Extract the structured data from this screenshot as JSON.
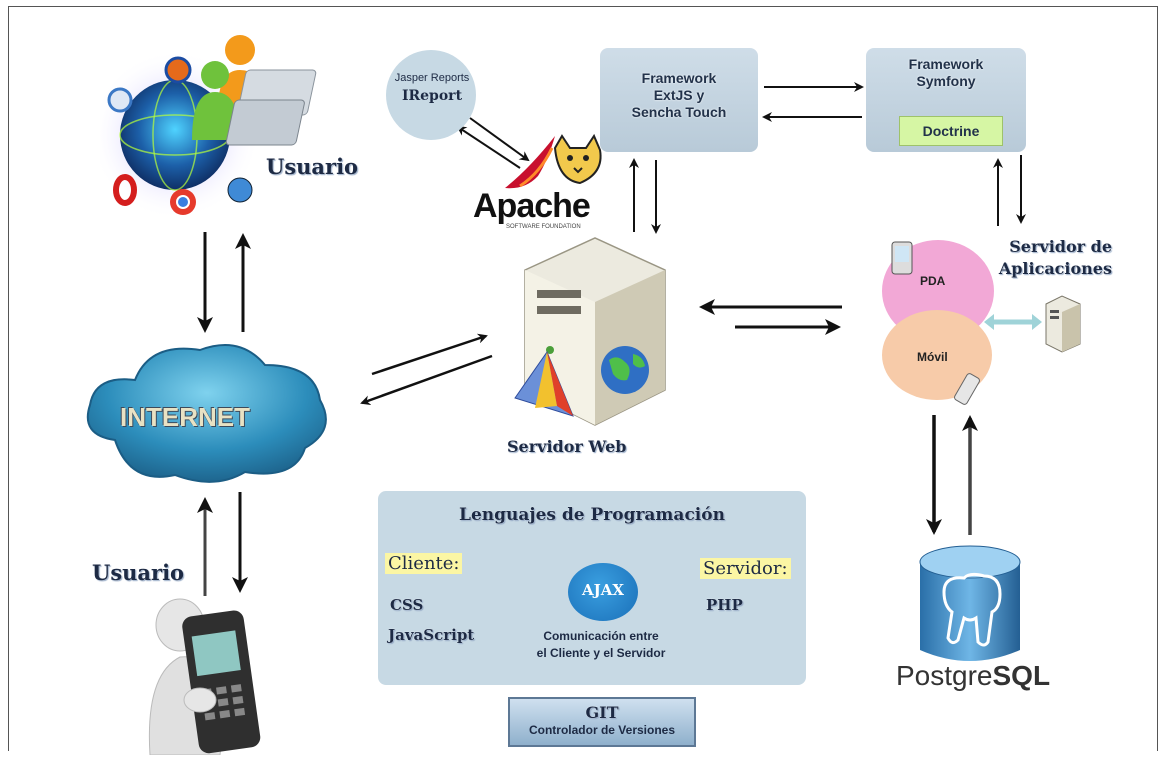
{
  "nodes": {
    "usuario_top": "Usuario",
    "usuario_bottom": "Usuario",
    "internet": "INTERNET",
    "jasper_line1": "Jasper Reports",
    "jasper_line2": "IReport",
    "apache": "Apache",
    "apache_sub": "SOFTWARE FOUNDATION",
    "extjs": "Framework\nExtJS y\nSencha Touch",
    "symfony": "Framework\nSymfony",
    "doctrine": "Doctrine",
    "servidor_web": "Servidor Web",
    "servidor_aplicaciones": "Servidor de\nAplicaciones",
    "pda": "PDA",
    "movil": "Móvil",
    "postgres_a": "Postgre",
    "postgres_b": "SQL"
  },
  "languages": {
    "title": "Lenguajes de Programación",
    "cliente_label": "Cliente:",
    "cliente_items": [
      "CSS",
      "JavaScript"
    ],
    "ajax": "AJAX",
    "ajax_caption": "Comunicación entre\nel Cliente y el Servidor",
    "servidor_label": "Servidor:",
    "servidor_items": [
      "PHP"
    ]
  },
  "git": {
    "title": "GIT",
    "subtitle": "Controlador de Versiones"
  }
}
